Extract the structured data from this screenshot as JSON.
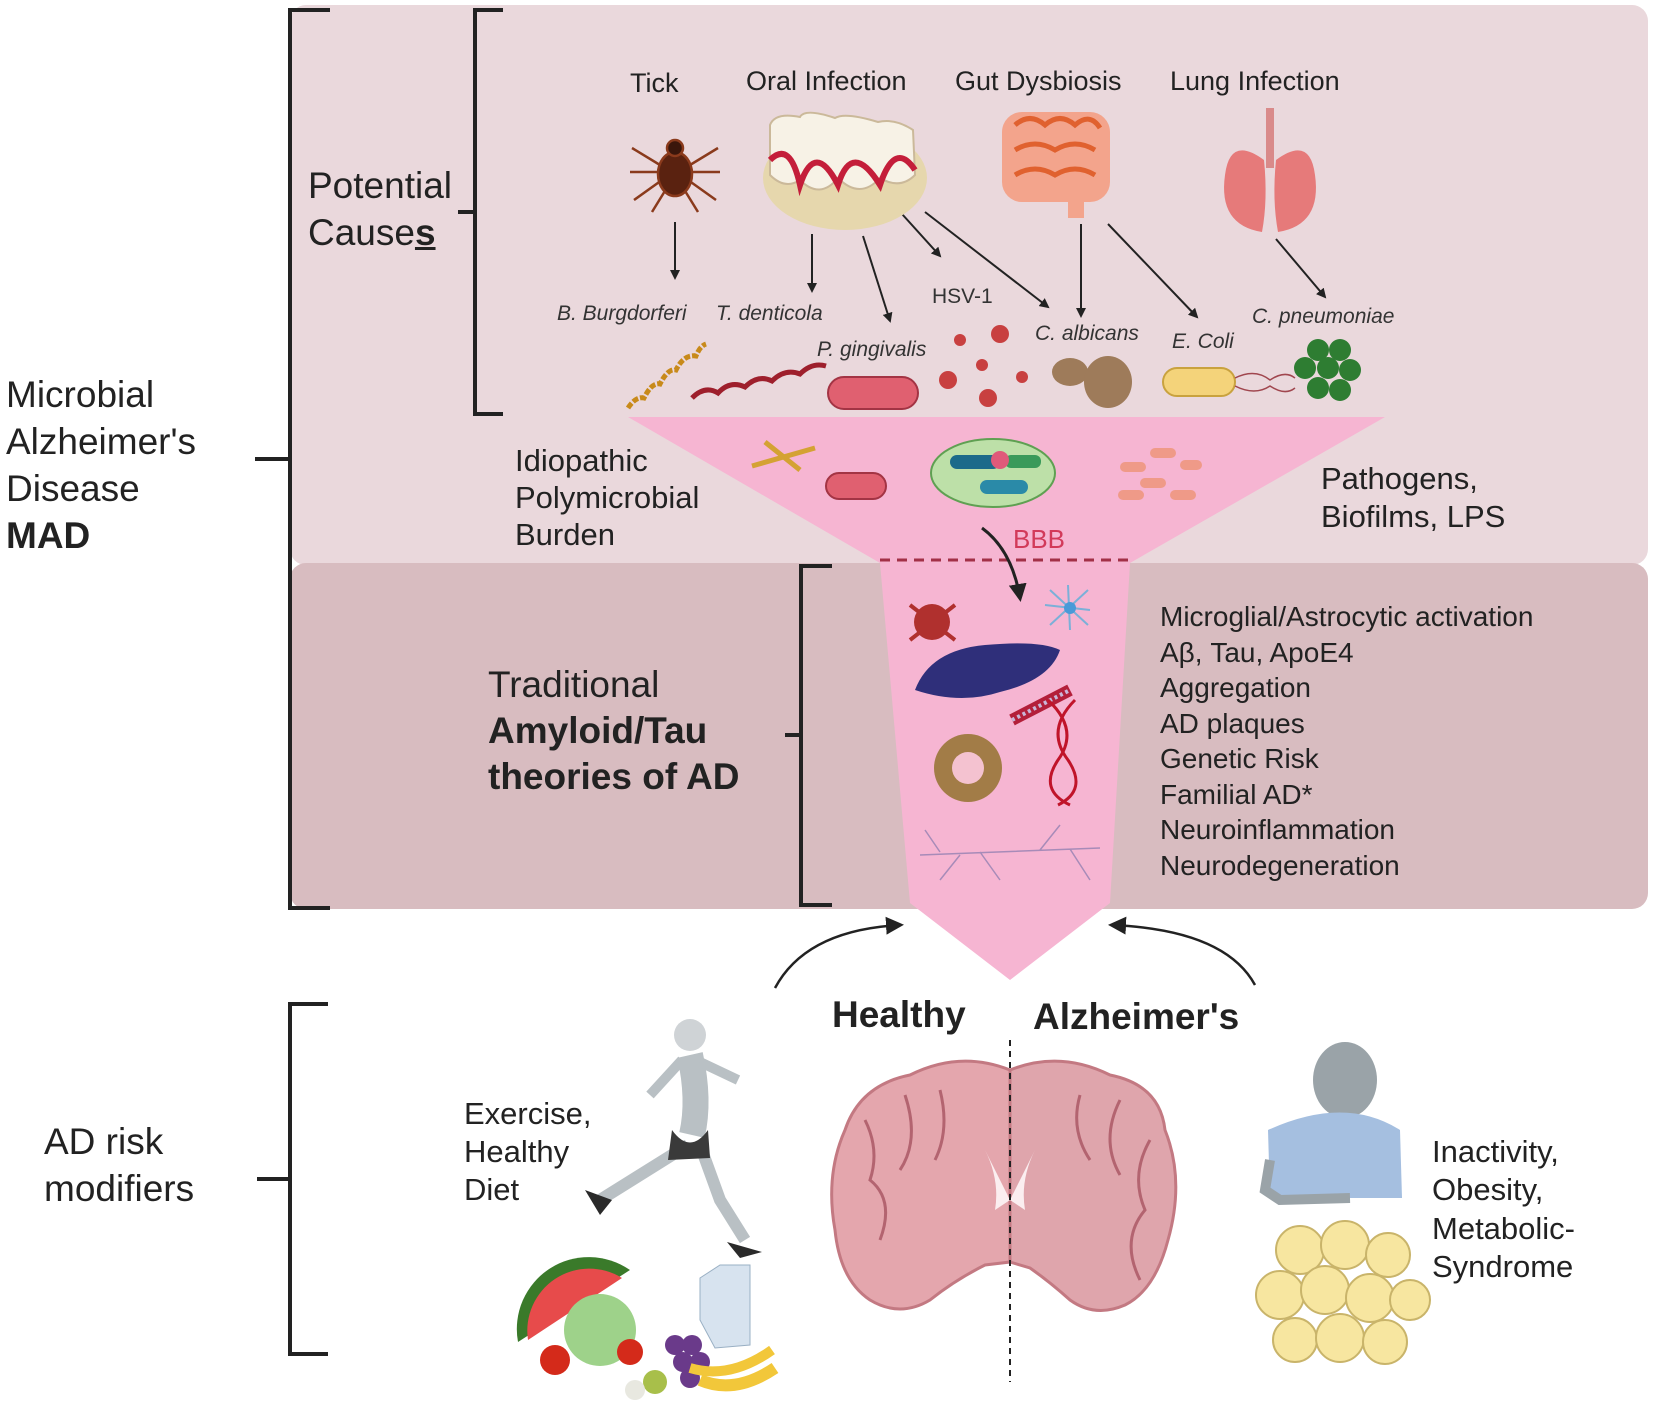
{
  "left_labels": {
    "mad": [
      "Microbial",
      "Alzheimer's",
      "Disease"
    ],
    "mad_acronym": "MAD",
    "risk_modifiers": [
      "AD risk",
      "modifiers"
    ]
  },
  "potential_causes": {
    "line1": "Potential",
    "line2_prefix": "Cause",
    "line2_suffix": "s"
  },
  "sources": [
    "Tick",
    "Oral Infection",
    "Gut Dysbiosis",
    "Lung Infection"
  ],
  "microbes": {
    "b_burgdorferi": "B. Burgdorferi",
    "t_denticola": "T. denticola",
    "p_gingivalis": "P. gingivalis",
    "hsv1": "HSV-1",
    "c_albicans": "C. albicans",
    "e_coli": "E. Coli",
    "c_pneumoniae": "C. pneumoniae"
  },
  "funnel": {
    "idiopathic": [
      "Idiopathic",
      "Polymicrobial",
      "Burden"
    ],
    "pathogens": [
      "Pathogens,",
      "Biofilms, LPS"
    ],
    "bbb": "BBB"
  },
  "traditional": {
    "line1": "Traditional",
    "line2": "Amyloid/Tau",
    "line3": "theories of AD"
  },
  "ad_features": [
    "Microglial/Astrocytic activation",
    "Aβ, Tau, ApoE4",
    "Aggregation",
    "AD plaques",
    "Genetic Risk",
    "Familial AD*",
    "Neuroinflammation",
    "Neurodegeneration"
  ],
  "brain": {
    "healthy": "Healthy",
    "alzheimers": "Alzheimer's"
  },
  "modifiers": {
    "protective": [
      "Exercise,",
      "Healthy",
      "Diet"
    ],
    "risk": [
      "Inactivity,",
      "Obesity,",
      "Metabolic-",
      "Syndrome"
    ]
  },
  "colors": {
    "top_panel": "#ead8dc",
    "middle_panel": "#d8bcc0",
    "funnel": "#f6b5d2",
    "bbb": "#d23a5a",
    "bracket": "#222222"
  }
}
